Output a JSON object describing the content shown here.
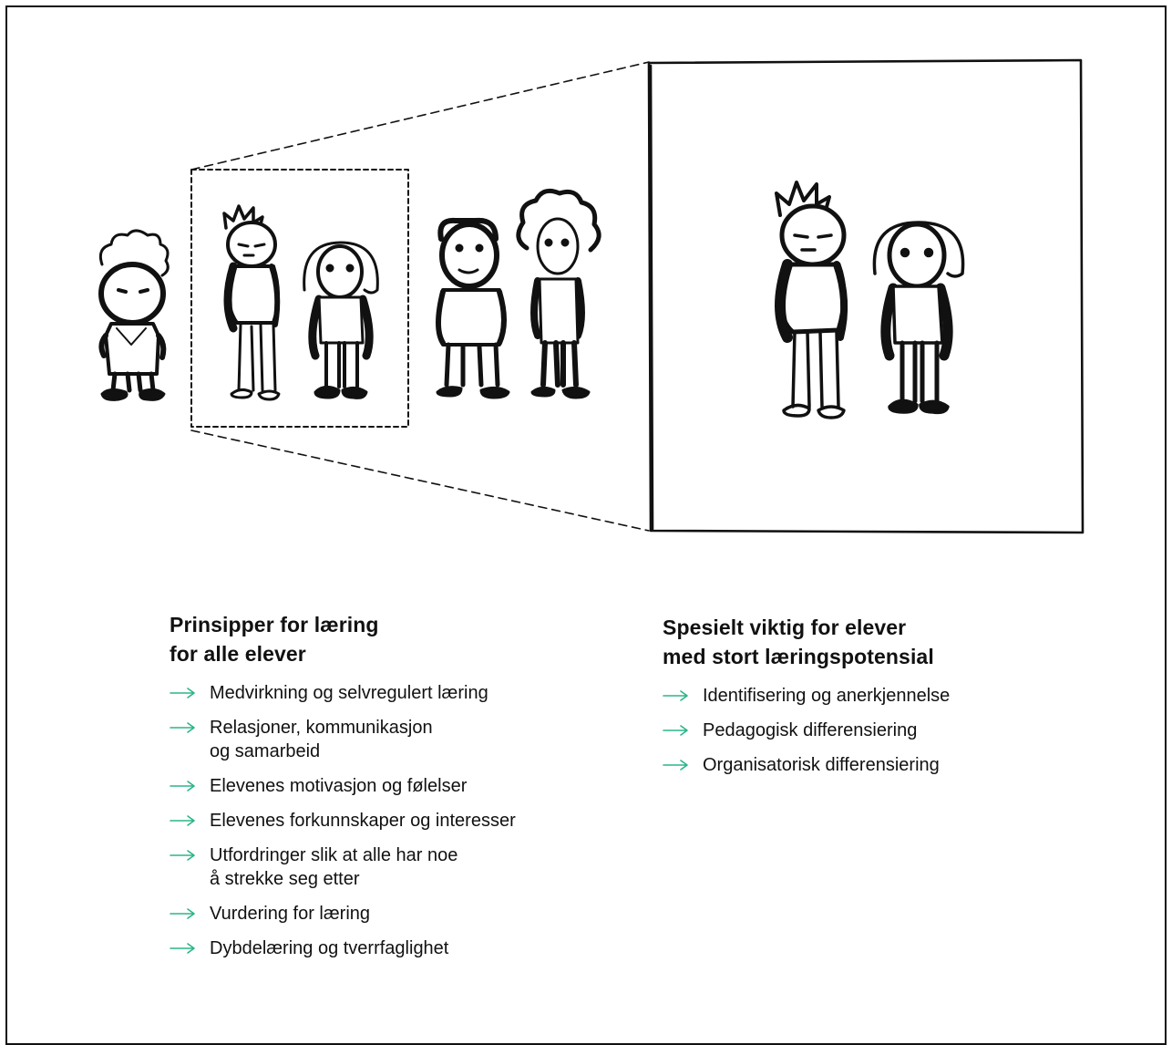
{
  "colors": {
    "accent": "#2bb58a",
    "ink": "#111111"
  },
  "left_column": {
    "heading": "Prinsipper for læring\nfor alle elever",
    "items": [
      "Medvirkning og selvregulert læring",
      "Relasjoner, kommunikasjon\nog samarbeid",
      "Elevenes motivasjon og følelser",
      "Elevenes forkunnskaper og interesser",
      "Utfordringer slik at alle har noe\nå strekke seg etter",
      "Vurdering for læring",
      "Dybdelæring og tverrfaglighet"
    ]
  },
  "right_column": {
    "heading": "Spesielt viktig for elever\nmed stort læringspotensial",
    "items": [
      "Identifisering og anerkjennelse",
      "Pedagogisk differensiering",
      "Organisatorisk differensiering"
    ]
  },
  "illustration": {
    "icons": [
      "child-figure-curly",
      "child-figure-spiky",
      "child-figure-bob",
      "child-figure-hat",
      "child-figure-afro",
      "magnify-dashed-box",
      "zoom-panel"
    ]
  }
}
